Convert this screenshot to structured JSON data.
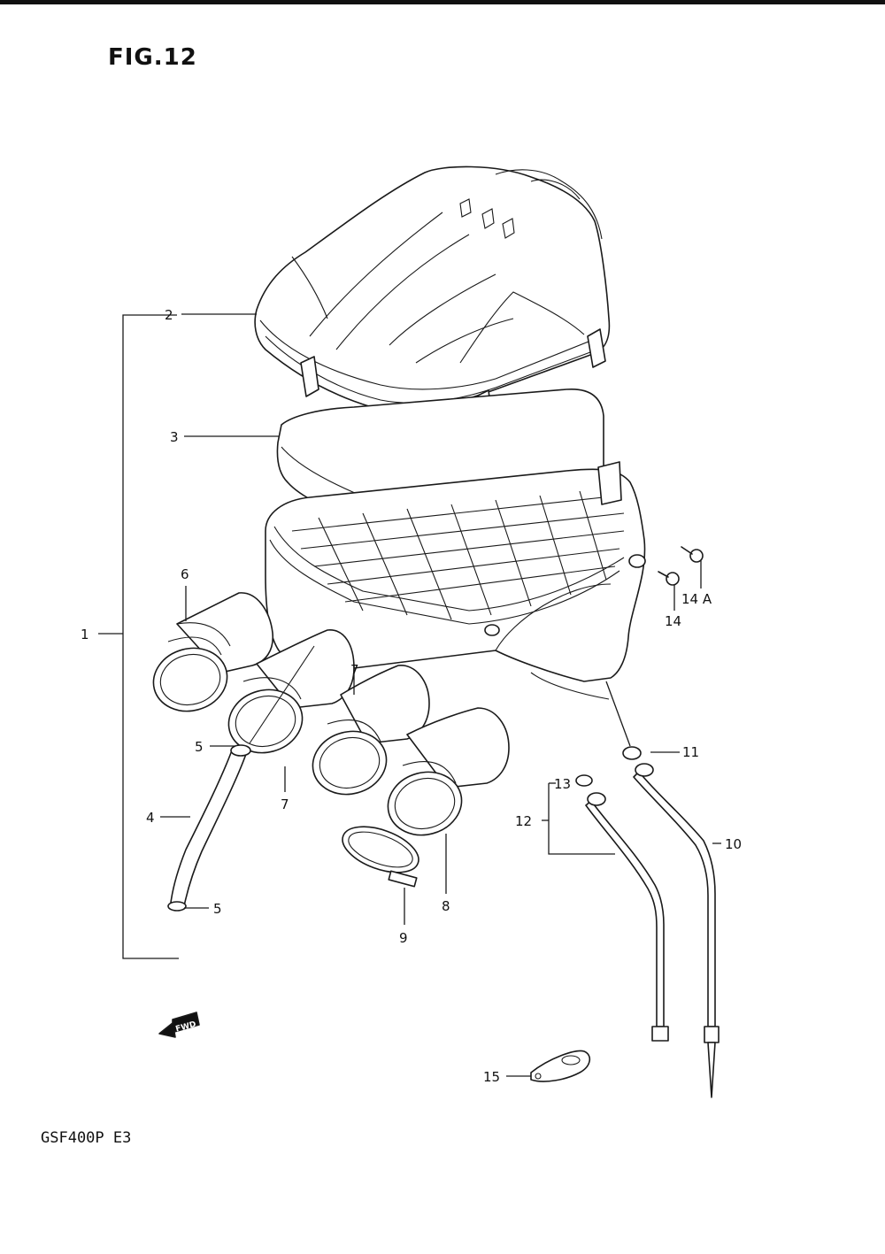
{
  "figure": {
    "title": "FIG.12",
    "model": "GSF400P E3"
  },
  "callouts": [
    {
      "id": "c1",
      "text": "1"
    },
    {
      "id": "c2",
      "text": "2"
    },
    {
      "id": "c3",
      "text": "3"
    },
    {
      "id": "c4",
      "text": "4"
    },
    {
      "id": "c5a",
      "text": "5"
    },
    {
      "id": "c5b",
      "text": "5"
    },
    {
      "id": "c6",
      "text": "6"
    },
    {
      "id": "c7a",
      "text": "7"
    },
    {
      "id": "c7b",
      "text": "7"
    },
    {
      "id": "c8",
      "text": "8"
    },
    {
      "id": "c9",
      "text": "9"
    },
    {
      "id": "c10",
      "text": "10"
    },
    {
      "id": "c11",
      "text": "11"
    },
    {
      "id": "c12",
      "text": "12"
    },
    {
      "id": "c13",
      "text": "13"
    },
    {
      "id": "c14",
      "text": "14"
    },
    {
      "id": "c14a",
      "text": "14 A"
    },
    {
      "id": "c15",
      "text": "15"
    }
  ],
  "fwd_badge": "FWD",
  "icons": [
    "fwd-arrow-icon"
  ]
}
